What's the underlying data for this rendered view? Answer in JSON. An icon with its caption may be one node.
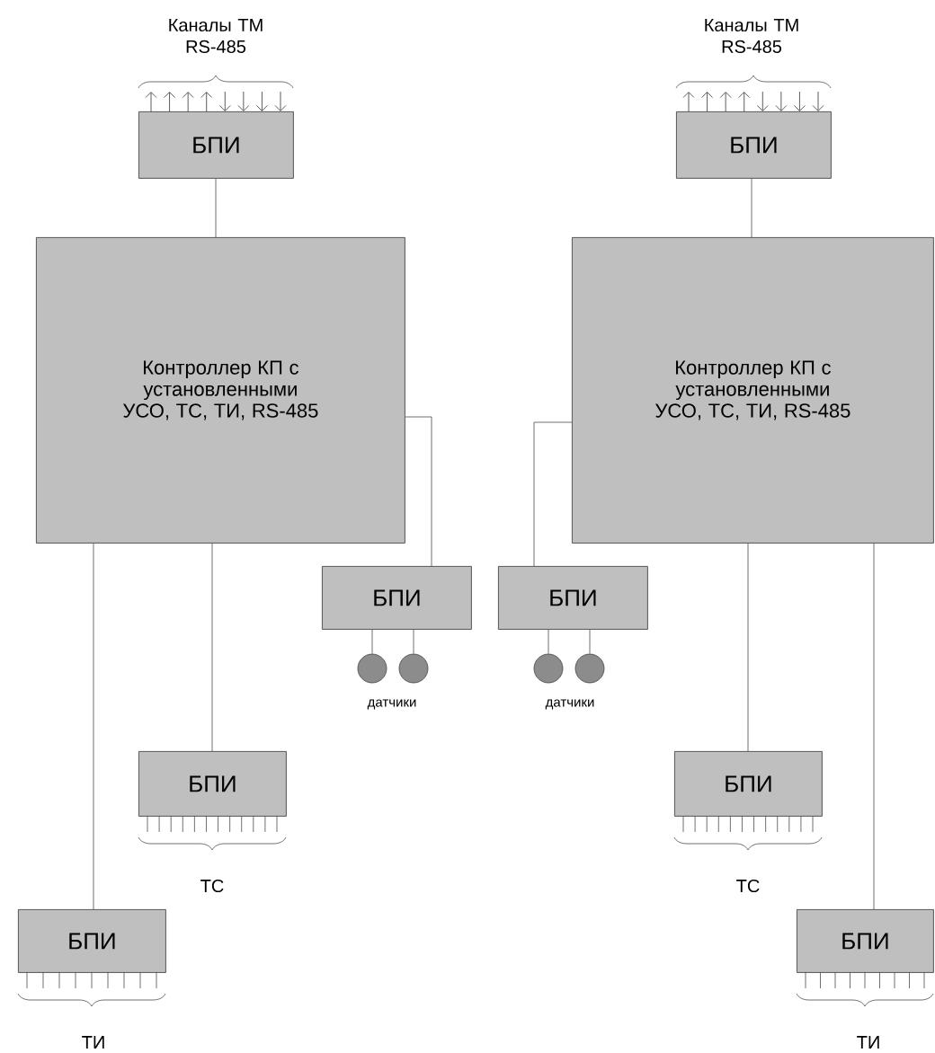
{
  "diagram": {
    "nodes": [
      {
        "text": [
          "БПИ"
        ]
      },
      {
        "text": [
          "Контроллер КП с установленными УСО, ТС, ТИ, RS-485"
        ]
      },
      {
        "text": [
          "БПИ"
        ]
      },
      {
        "text": [
          "Контроллер КП с установленными УСО, ТС, ТИ, RS-485"
        ]
      },
      {
        "text": [
          "БПИ"
        ]
      },
      {
        "text": [
          "БПИ"
        ]
      },
      {
        "text": [],
        "shape": "circle"
      },
      {
        "text": [],
        "shape": "circle"
      },
      {
        "text": [],
        "shape": "circle"
      },
      {
        "text": [],
        "shape": "circle"
      },
      {
        "text": [
          "БПИ"
        ]
      },
      {
        "text": [
          "БПИ"
        ]
      },
      {
        "text": [
          "БПИ"
        ]
      },
      {
        "text": [
          "БПИ"
        ]
      }
    ],
    "edges": [
      {
        "from": 0,
        "to": 1,
        "arrow": "none"
      },
      {
        "from": 1,
        "to": 4,
        "arrow": "none"
      },
      {
        "from": 1,
        "to": 10,
        "arrow": "none"
      },
      {
        "from": 1,
        "to": 11,
        "arrow": "none"
      },
      {
        "from": 4,
        "to": 6,
        "arrow": "none"
      },
      {
        "from": 4,
        "to": 7,
        "arrow": "none"
      },
      {
        "from": 2,
        "to": 3,
        "arrow": "none"
      },
      {
        "from": 3,
        "to": 5,
        "arrow": "none"
      },
      {
        "from": 3,
        "to": 12,
        "arrow": "none"
      },
      {
        "from": 3,
        "to": 13,
        "arrow": "none"
      },
      {
        "from": 5,
        "to": 8,
        "arrow": "none"
      },
      {
        "from": 5,
        "to": 9,
        "arrow": "none"
      }
    ],
    "labels": [
      "Каналы ТМ RS-485",
      "Каналы ТМ RS-485",
      "датчики",
      "датчики",
      "ТС",
      "ТС",
      "ТИ",
      "ТИ"
    ]
  }
}
